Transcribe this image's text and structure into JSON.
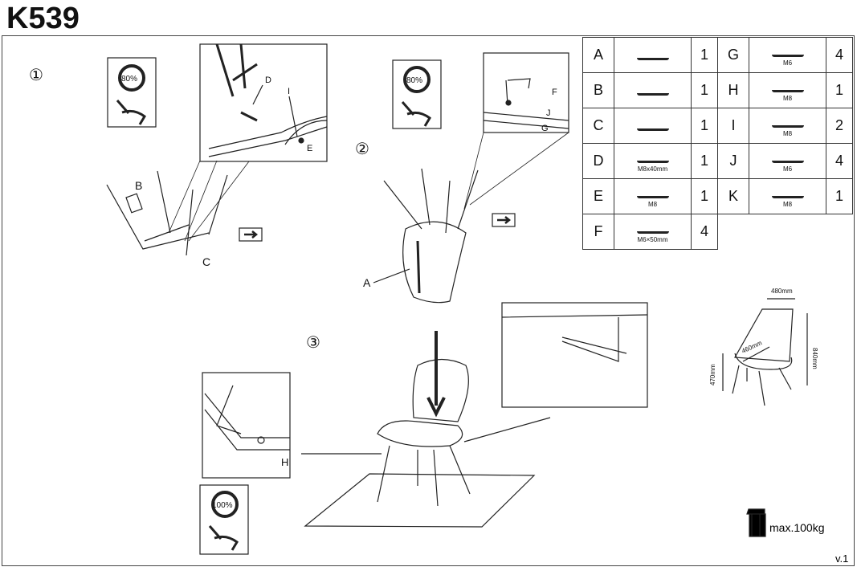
{
  "title": "K539",
  "steps": {
    "s1": "①",
    "s2": "②",
    "s3": "③"
  },
  "rotation": {
    "r1": "80%",
    "r2": "80%",
    "r3": "100%"
  },
  "labels": {
    "A": "A",
    "B": "B",
    "C": "C",
    "D": "D",
    "E": "E",
    "F": "F",
    "G": "G",
    "H": "H",
    "I": "I",
    "J": "J"
  },
  "parts": [
    {
      "left": {
        "letter": "A",
        "spec": "",
        "qty": "1",
        "icon": "seat-icon"
      },
      "right": {
        "letter": "G",
        "spec": "M6",
        "qty": "4",
        "icon": "washer-icon"
      }
    },
    {
      "left": {
        "letter": "B",
        "spec": "",
        "qty": "1",
        "icon": "leg-frame-icon"
      },
      "right": {
        "letter": "H",
        "spec": "M8",
        "qty": "1",
        "icon": "nut-icon"
      }
    },
    {
      "left": {
        "letter": "C",
        "spec": "",
        "qty": "1",
        "icon": "leg-frame-icon"
      },
      "right": {
        "letter": "I",
        "spec": "M8",
        "qty": "2",
        "icon": "washer-icon"
      }
    },
    {
      "left": {
        "letter": "D",
        "spec": "M8x40mm",
        "qty": "1",
        "icon": "bolt-icon"
      },
      "right": {
        "letter": "J",
        "spec": "M6",
        "qty": "4",
        "icon": "spring-washer-icon"
      }
    },
    {
      "left": {
        "letter": "E",
        "spec": "M8",
        "qty": "1",
        "icon": "nut-icon"
      },
      "right": {
        "letter": "K",
        "spec": "M8",
        "qty": "1",
        "icon": "wrench-icon"
      }
    },
    {
      "left": {
        "letter": "F",
        "spec": "M6×50mm",
        "qty": "4",
        "icon": "bolt-icon"
      }
    }
  ],
  "dimensions": {
    "width": "480mm",
    "depth": "460mm",
    "height": "840mm",
    "seat_height": "470mm"
  },
  "max_load": "max.100kg",
  "version": "v.1"
}
